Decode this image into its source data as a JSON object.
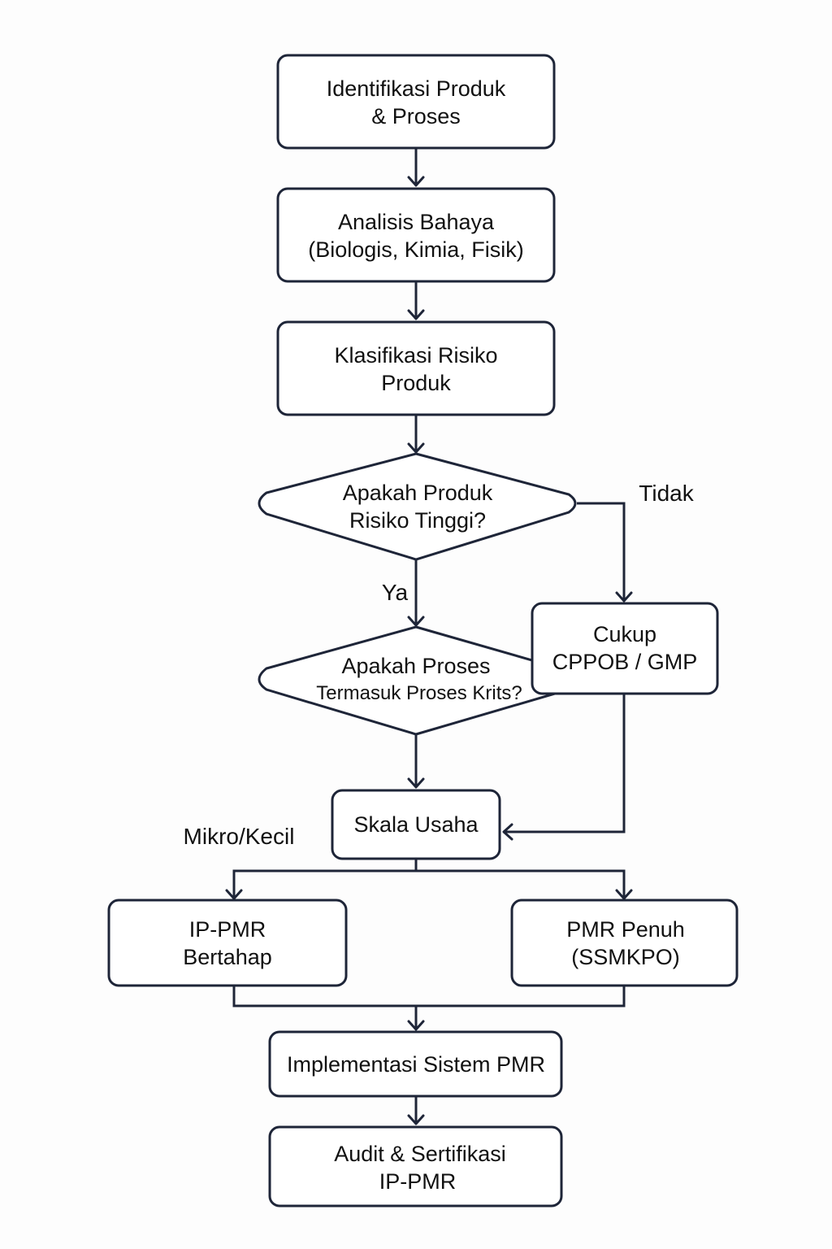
{
  "diagram": {
    "colors": {
      "stroke": "#1e2538",
      "text": "#111111",
      "fill": "#ffffff",
      "background": "#fdfdfd"
    },
    "nodes": {
      "identifikasi": {
        "type": "process",
        "lines": [
          "Identifikasi Produk",
          "& Proses"
        ]
      },
      "analisis": {
        "type": "process",
        "lines": [
          "Analisis Bahaya",
          "(Biologis, Kimia, Fisik)"
        ]
      },
      "klasifikasi": {
        "type": "process",
        "lines": [
          "Klasifikasi Risiko",
          "Produk"
        ]
      },
      "risiko_tinggi": {
        "type": "decision",
        "lines": [
          "Apakah Produk",
          "Risiko Tinggi?"
        ]
      },
      "proses_kritis": {
        "type": "decision",
        "lines": [
          "Apakah Proses",
          "Termasuk Proses Krits?"
        ]
      },
      "cppob": {
        "type": "process",
        "lines": [
          "Cukup",
          "CPPOB / GMP"
        ]
      },
      "skala": {
        "type": "process",
        "lines": [
          "Skala Usaha"
        ]
      },
      "ip_pmr": {
        "type": "process",
        "lines": [
          "IP-PMR",
          "Bertahap"
        ]
      },
      "pmr_penuh": {
        "type": "process",
        "lines": [
          "PMR Penuh",
          "(SSMKPO)"
        ]
      },
      "implementasi": {
        "type": "process",
        "lines": [
          "Implementasi Sistem PMR"
        ]
      },
      "audit": {
        "type": "process",
        "lines": [
          "Audit & Sertifikasi",
          "IP-PMR"
        ]
      }
    },
    "edge_labels": {
      "tidak": "Tidak",
      "ya": "Ya",
      "mikro_kecil": "Mikro/Kecil"
    },
    "edges": [
      {
        "from": "identifikasi",
        "to": "analisis",
        "label": ""
      },
      {
        "from": "analisis",
        "to": "klasifikasi",
        "label": ""
      },
      {
        "from": "klasifikasi",
        "to": "risiko_tinggi",
        "label": ""
      },
      {
        "from": "risiko_tinggi",
        "to": "proses_kritis",
        "label": "Ya"
      },
      {
        "from": "risiko_tinggi",
        "to": "cppob",
        "label": "Tidak"
      },
      {
        "from": "proses_kritis",
        "to": "skala",
        "label": ""
      },
      {
        "from": "cppob",
        "to": "skala",
        "label": ""
      },
      {
        "from": "skala",
        "to": "ip_pmr",
        "label": "Mikro/Kecil"
      },
      {
        "from": "skala",
        "to": "pmr_penuh",
        "label": ""
      },
      {
        "from": "ip_pmr",
        "to": "implementasi",
        "label": ""
      },
      {
        "from": "pmr_penuh",
        "to": "implementasi",
        "label": ""
      },
      {
        "from": "implementasi",
        "to": "audit",
        "label": ""
      }
    ]
  }
}
